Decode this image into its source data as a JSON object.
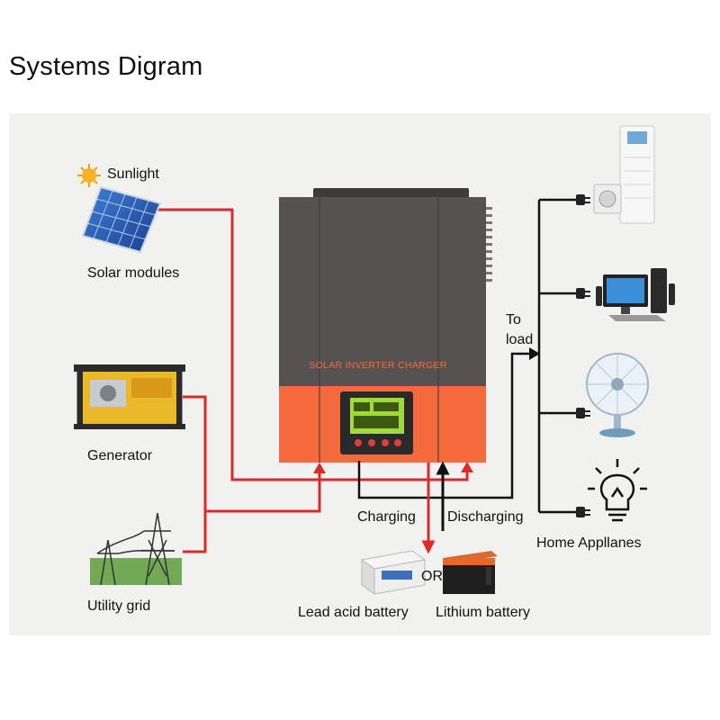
{
  "title": "Systems Digram",
  "sources": {
    "sunlight": "Sunlight",
    "solar": "Solar modules",
    "generator": "Generator",
    "grid": "Utility grid"
  },
  "inverter": {
    "label": "SOLAR INVERTER CHARGER",
    "body_color": "#565252",
    "accent_color": "#f46a3c"
  },
  "flow": {
    "to_load": [
      "To",
      "load"
    ],
    "charging": "Charging",
    "discharging": "Discharging",
    "or": "OR"
  },
  "batteries": {
    "lead": "Lead acid battery",
    "lithium": "Lithium battery"
  },
  "loads": {
    "label": "Home Appllanes"
  },
  "colors": {
    "wire_red": "#d92b2b",
    "wire_black": "#111111"
  }
}
